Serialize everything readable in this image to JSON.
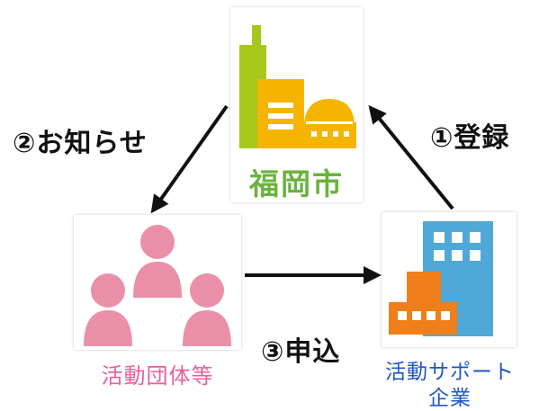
{
  "nodes": {
    "city": {
      "label": "福岡市",
      "color": "#6ab23e"
    },
    "groups": {
      "label": "活動団体等",
      "color": "#e8609a"
    },
    "company": {
      "label_line1": "活動サポート",
      "label_line2": "企業",
      "color": "#1f57c8"
    }
  },
  "steps": {
    "register": "①登録",
    "notify": "②お知らせ",
    "apply": "③申込"
  },
  "colors": {
    "city_tower": "#a6c81d",
    "city_building": "#f5b400",
    "person": "#ea8fa8",
    "company_building": "#4fa8d8",
    "company_annex": "#f07f1a",
    "arrow": "#111111"
  }
}
